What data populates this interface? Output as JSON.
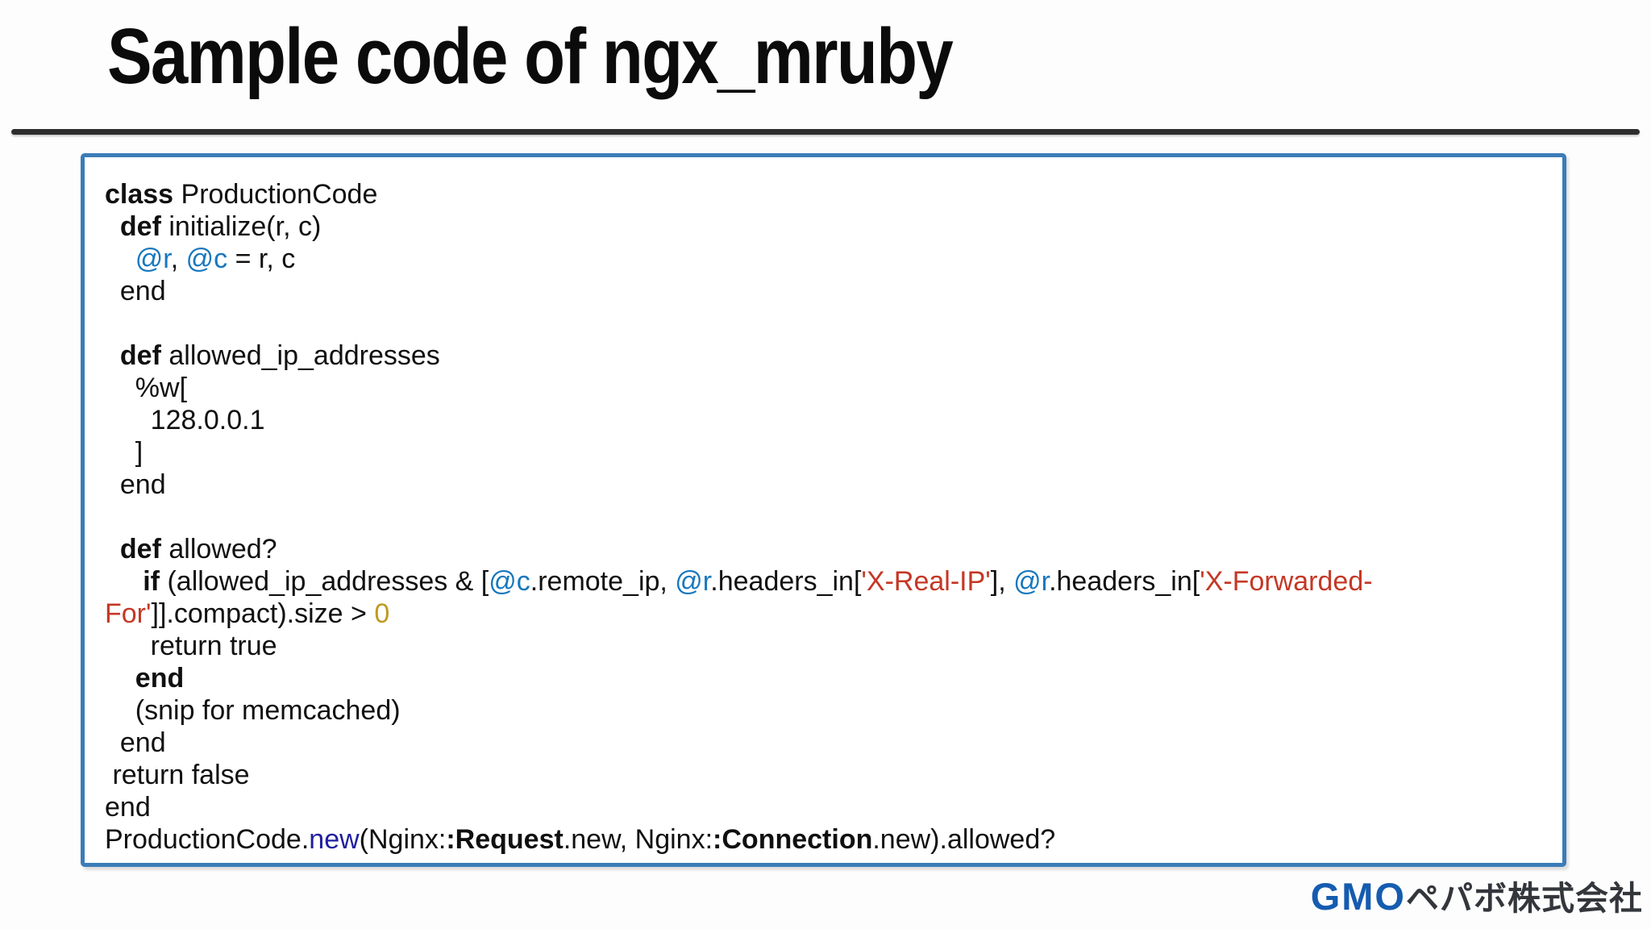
{
  "slide": {
    "title": "Sample code of ngx_mruby"
  },
  "logo": {
    "gmo": "GMO",
    "company": "ペパボ株式会社"
  },
  "colors": {
    "box_border_blue": "#3b7cb8",
    "ivar_blue": "#1878be",
    "string_red": "#c43826",
    "number_gold": "#bf9a20",
    "method_navy": "#201fa0",
    "rule_dark": "#2d2d2d",
    "gmo_blue": "#155cb0",
    "logo_dark": "#33363b",
    "text_black": "#101010"
  },
  "code": {
    "lines": [
      {
        "segments": [
          {
            "t": "class",
            "s": "keyword"
          },
          {
            "t": " ProductionCode",
            "s": "plain"
          }
        ]
      },
      {
        "segments": [
          {
            "t": "  ",
            "s": "plain"
          },
          {
            "t": "def",
            "s": "keyword"
          },
          {
            "t": " initialize(r, c)",
            "s": "plain"
          }
        ]
      },
      {
        "segments": [
          {
            "t": "    ",
            "s": "plain"
          },
          {
            "t": "@r",
            "s": "ivar"
          },
          {
            "t": ", ",
            "s": "plain"
          },
          {
            "t": "@c",
            "s": "ivar"
          },
          {
            "t": " = r, c",
            "s": "plain"
          }
        ]
      },
      {
        "segments": [
          {
            "t": "  end",
            "s": "plain"
          }
        ]
      },
      {
        "segments": []
      },
      {
        "segments": [
          {
            "t": "  ",
            "s": "plain"
          },
          {
            "t": "def",
            "s": "keyword"
          },
          {
            "t": " allowed_ip_addresses",
            "s": "plain"
          }
        ]
      },
      {
        "segments": [
          {
            "t": "    %w[",
            "s": "plain"
          }
        ]
      },
      {
        "segments": [
          {
            "t": "      128.0.0.1",
            "s": "plain"
          }
        ]
      },
      {
        "segments": [
          {
            "t": "    ]",
            "s": "plain"
          }
        ]
      },
      {
        "segments": [
          {
            "t": "  end",
            "s": "plain"
          }
        ]
      },
      {
        "segments": []
      },
      {
        "segments": [
          {
            "t": "  ",
            "s": "plain"
          },
          {
            "t": "def",
            "s": "keyword"
          },
          {
            "t": " allowed?",
            "s": "plain"
          }
        ]
      },
      {
        "segments": [
          {
            "t": "     ",
            "s": "plain"
          },
          {
            "t": "if",
            "s": "keyword"
          },
          {
            "t": " (allowed_ip_addresses & [",
            "s": "plain"
          },
          {
            "t": "@c",
            "s": "ivar"
          },
          {
            "t": ".remote_ip, ",
            "s": "plain"
          },
          {
            "t": "@r",
            "s": "ivar"
          },
          {
            "t": ".headers_in[",
            "s": "plain"
          },
          {
            "t": "'X-Real-IP'",
            "s": "string"
          },
          {
            "t": "], ",
            "s": "plain"
          },
          {
            "t": "@r",
            "s": "ivar"
          },
          {
            "t": ".headers_in[",
            "s": "plain"
          },
          {
            "t": "'X-Forwarded-",
            "s": "string"
          }
        ]
      },
      {
        "segments": [
          {
            "t": "For'",
            "s": "string"
          },
          {
            "t": "]].compact).size > ",
            "s": "plain"
          },
          {
            "t": "0",
            "s": "number"
          }
        ]
      },
      {
        "segments": [
          {
            "t": "      return true",
            "s": "plain"
          }
        ]
      },
      {
        "segments": [
          {
            "t": "    ",
            "s": "plain"
          },
          {
            "t": "end",
            "s": "keyword"
          }
        ]
      },
      {
        "segments": [
          {
            "t": "    (snip for memcached)",
            "s": "plain"
          }
        ]
      },
      {
        "segments": [
          {
            "t": "  end",
            "s": "plain"
          }
        ]
      },
      {
        "segments": [
          {
            "t": " return false",
            "s": "plain"
          }
        ]
      },
      {
        "segments": [
          {
            "t": "end",
            "s": "plain"
          }
        ]
      },
      {
        "segments": [
          {
            "t": "ProductionCode.",
            "s": "plain"
          },
          {
            "t": "new",
            "s": "method"
          },
          {
            "t": "(Nginx:",
            "s": "plain"
          },
          {
            "t": ":Request",
            "s": "keyword"
          },
          {
            "t": ".new, Nginx:",
            "s": "plain"
          },
          {
            "t": ":Connection",
            "s": "keyword"
          },
          {
            "t": ".new).allowed?",
            "s": "plain"
          }
        ]
      }
    ]
  }
}
